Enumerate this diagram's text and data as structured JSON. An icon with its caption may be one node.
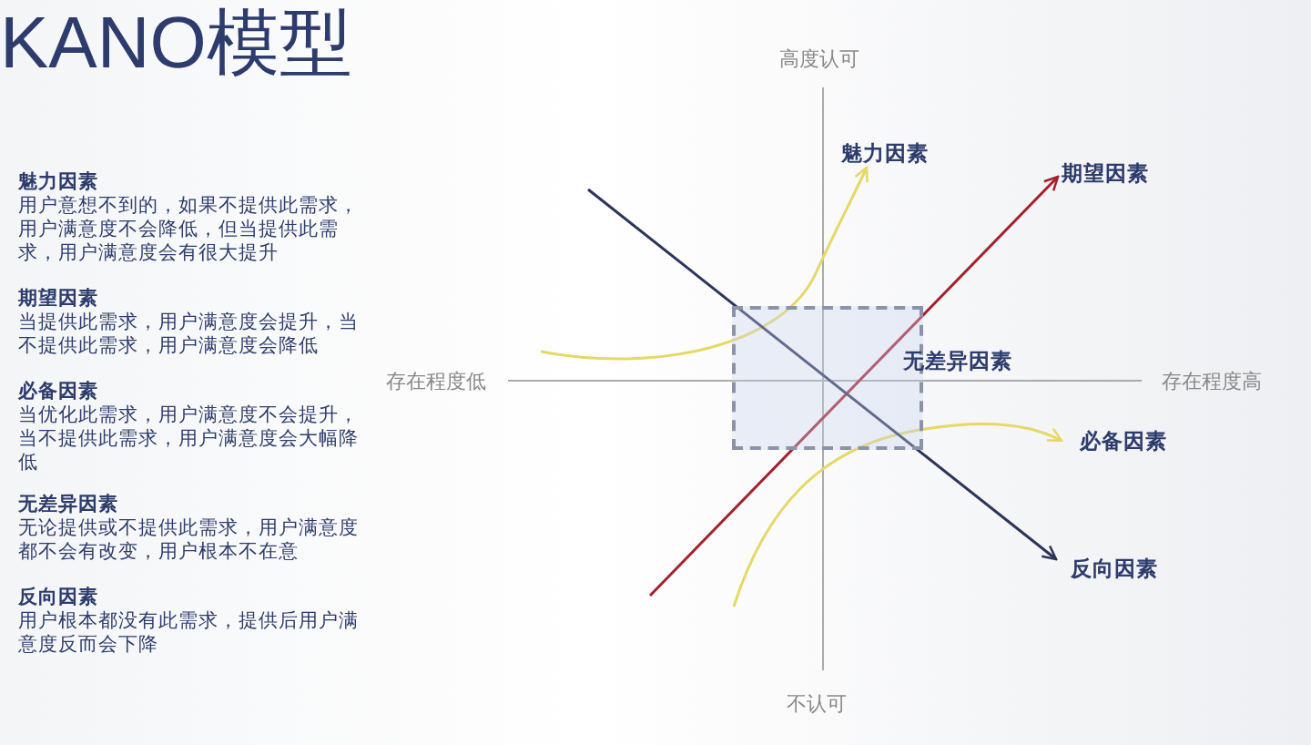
{
  "diagram": {
    "title": "KANO模型",
    "nodes": [
      {
        "text": [
          "魅力因素"
        ]
      },
      {
        "text": [
          "期望因素"
        ]
      },
      {
        "text": [
          "无差异因素"
        ]
      },
      {
        "text": [
          "必备因素"
        ]
      },
      {
        "text": [
          "反向因素"
        ]
      }
    ],
    "edges": [
      {
        "from": null,
        "to": 0,
        "arrow": "to",
        "color": "#e6d867"
      },
      {
        "from": null,
        "to": 1,
        "arrow": "to",
        "color": "#a3202d"
      },
      {
        "from": null,
        "to": 3,
        "arrow": "to",
        "color": "#e6d867"
      },
      {
        "from": null,
        "to": 4,
        "arrow": "to",
        "color": "#2c3459"
      }
    ],
    "labels": [
      "魅力因素",
      "用户意想不到的，如果不提供此需求，用户满意度不会降低，但当提供此需求，用户满意度会有很大提升",
      "期望因素",
      "当提供此需求，用户满意度会提升，当不提供此需求，用户满意度会降低",
      "必备因素",
      "当优化此需求，用户满意度不会提升，当不提供此需求，用户满意度会大幅降低",
      "无差异因素",
      "无论提供或不提供此需求，用户满意度都不会有改变，用户根本不在意",
      "反向因素",
      "用户根本都没有此需求，提供后用户满意度反而会下降",
      "高度认可",
      "存在程度低",
      "存在程度高",
      "不认可"
    ]
  }
}
